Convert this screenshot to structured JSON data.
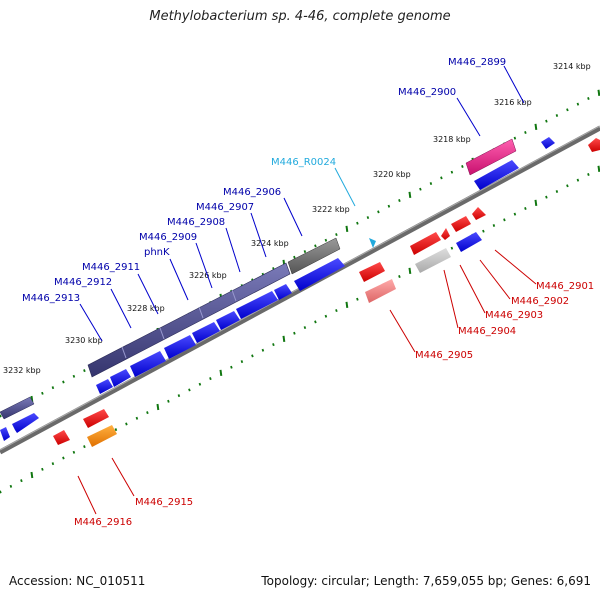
{
  "title": "Methylobacterium sp. 4-46, complete genome",
  "footer": {
    "accession": "Accession: NC_010511",
    "topology": "Topology: circular; Length: 7,659,055 bp; Genes: 6,691"
  },
  "colors": {
    "forward_cds": "#0000ee",
    "reverse_cds": "#ee0000",
    "forward_label": "#0000aa",
    "reverse_label": "#cc0000",
    "rna": "#22aadd",
    "backbone": "#666666",
    "tick": "#117711",
    "operon": "#4a4a88",
    "highlight_pink": "#e0208a",
    "highlight_orange": "#ff8800",
    "gray_feature": "#888888"
  },
  "ruler_labels": [
    "3214 kbp",
    "3216 kbp",
    "3218 kbp",
    "3220 kbp",
    "3222 kbp",
    "3224 kbp",
    "3226 kbp",
    "3228 kbp",
    "3230 kbp",
    "3232 kbp"
  ],
  "forward_genes": [
    "M446_2899",
    "M446_2900",
    "M446_2906",
    "M446_2907",
    "M446_2908",
    "M446_2909",
    "phnK",
    "M446_2911",
    "M446_2912",
    "M446_2913"
  ],
  "rna_genes": [
    "M446_R0024"
  ],
  "reverse_genes": [
    "M446_2901",
    "M446_2902",
    "M446_2903",
    "M446_2904",
    "M446_2905",
    "M446_2915",
    "M446_2916"
  ]
}
